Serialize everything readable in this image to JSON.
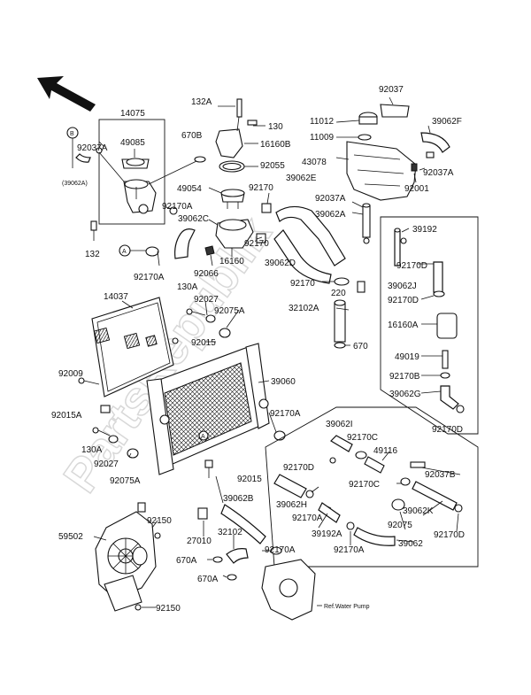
{
  "watermark": "PartsRepublik",
  "callout_letters": {
    "a": "A",
    "b": "B"
  },
  "labels": {
    "l14075": "14075",
    "l49085": "49085",
    "l92037A_1": "92037A",
    "l39062A_ref": "(39062A)",
    "l670B": "670B",
    "l92170A_1": "92170A",
    "l132": "132",
    "l92170A_2": "92170A",
    "l132A": "132A",
    "l130": "130",
    "l16160B": "16160B",
    "l92055": "92055",
    "l49054": "49054",
    "l92170_1": "92170",
    "l39062C": "39062C",
    "l92170_2": "92170",
    "l16160": "16160",
    "l92066": "92066",
    "l11012": "11012",
    "l11009": "11009",
    "l43078": "43078",
    "l92037": "92037",
    "l39062F": "39062F",
    "l92037A_2": "92037A",
    "l92001": "92001",
    "l39062E": "39062E",
    "l92037A_3": "92037A",
    "l39062A": "39062A",
    "l39062D": "39062D",
    "l92170_3": "92170",
    "l220": "220",
    "l32102A": "32102A",
    "l670_1": "670",
    "l39192": "39192",
    "l92170D_1": "92170D",
    "l39062J": "39062J",
    "l92170D_2": "92170D",
    "l16160A": "16160A",
    "l49019": "49019",
    "l92170B": "92170B",
    "l39062G": "39062G",
    "l92170D_3": "92170D",
    "l14037": "14037",
    "l130A_1": "130A",
    "l92027_1": "92027",
    "l92075A_1": "92075A",
    "l92015_1": "92015",
    "l92009": "92009",
    "l92015A": "92015A",
    "l39060": "39060",
    "l92170A_3": "92170A",
    "l130A_2": "130A",
    "l92027_2": "92027",
    "l92075A_2": "92075A",
    "l92015_2": "92015",
    "l39062I": "39062I",
    "l92170C_1": "92170C",
    "l49116": "49116",
    "l92037B": "92037B",
    "l92170D_4": "92170D",
    "l92170C_2": "92170C",
    "l39062H": "39062H",
    "l92170A_4": "92170A",
    "l39062K": "39062K",
    "l39192A": "39192A",
    "l92075": "92075",
    "l92170D_5": "92170D",
    "l39062B": "39062B",
    "l92170A_5": "92170A",
    "l92170A_6": "92170A",
    "l39062": "39062",
    "l92150_1": "92150",
    "l59502": "59502",
    "l27010": "27010",
    "l32102": "32102",
    "l670A_1": "670A",
    "l670A_2": "670A",
    "l92150_2": "92150",
    "ref_water_pump": "Ref.Water Pump"
  }
}
